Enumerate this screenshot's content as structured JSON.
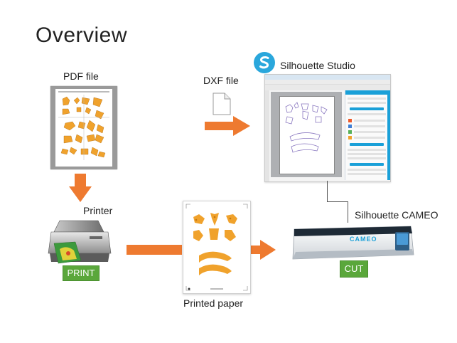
{
  "title": "Overview",
  "labels": {
    "pdf_file": "PDF file",
    "dxf_file": "DXF file",
    "studio": "Silhouette Studio",
    "printer": "Printer",
    "cameo": "Silhouette CAMEO",
    "printed_paper": "Printed paper",
    "cameo_brand": "CAMEO"
  },
  "buttons": {
    "print": "PRINT",
    "cut": "CUT"
  },
  "colors": {
    "arrow": "#ee7a30",
    "pattern": "#f0a22c",
    "badge_green": "#5aa73b",
    "studio_blue": "#1aa0d8",
    "cut_outline": "#8a78c0"
  }
}
